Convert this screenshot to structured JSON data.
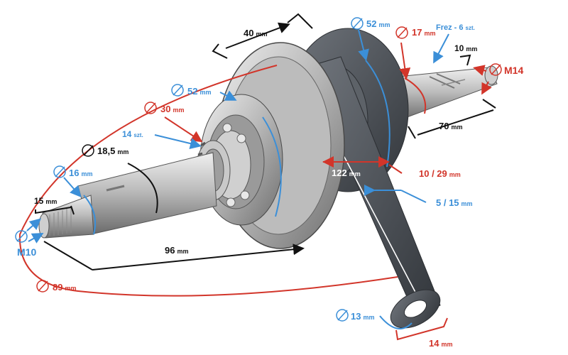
{
  "colors": {
    "black": "#111111",
    "red": "#d2352a",
    "blue": "#3b8fd8",
    "metal_light": "#d9d9d9",
    "metal_mid": "#a9a9a9",
    "metal_dark": "#5a5a5a",
    "cast": "#4b4f55"
  },
  "icons": {
    "diameter": "diameter-symbol-icon"
  },
  "labels": {
    "d40": {
      "value": "40",
      "unit": "mm"
    },
    "d52_top": {
      "value": "52",
      "unit": "mm"
    },
    "d17": {
      "value": "17",
      "unit": "mm"
    },
    "frez": {
      "value": "Frez - 6",
      "unit": "szt."
    },
    "d10": {
      "value": "10",
      "unit": "mm"
    },
    "m14": {
      "value": "M14"
    },
    "d70": {
      "value": "70",
      "unit": "mm"
    },
    "d52_left": {
      "value": "52",
      "unit": "mm"
    },
    "d30": {
      "value": "30",
      "unit": "mm"
    },
    "teeth": {
      "value": "14",
      "unit": "szt."
    },
    "d185": {
      "value": "18,5",
      "unit": "mm"
    },
    "d16": {
      "value": "16",
      "unit": "mm"
    },
    "d15": {
      "value": "15",
      "unit": "mm"
    },
    "m10": {
      "value": "M10"
    },
    "d122": {
      "value": "122",
      "unit": "mm"
    },
    "d1029": {
      "value": "10 / 29",
      "unit": "mm"
    },
    "d515": {
      "value": "5 / 15",
      "unit": "mm"
    },
    "d96": {
      "value": "96",
      "unit": "mm"
    },
    "d89": {
      "value": "89",
      "unit": "mm"
    },
    "d13": {
      "value": "13",
      "unit": "mm"
    },
    "d14": {
      "value": "14",
      "unit": "mm"
    }
  }
}
